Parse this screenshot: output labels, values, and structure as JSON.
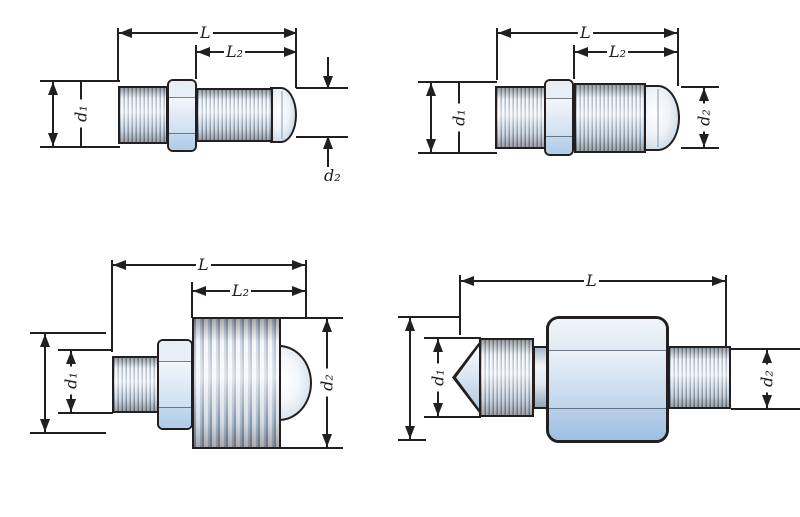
{
  "figure": {
    "description": "Technical dimension drawings of four threaded hydraulic plug adapters",
    "background": "#ffffff"
  },
  "palette": {
    "ink": "#231f20",
    "steel_light": "#eef2f8",
    "steel_mid": "#b9c6d4",
    "steel_dark": "#8d9fb1",
    "hex_top": "#e7eef6",
    "hex_mid": "#cfdff0",
    "hex_bottom": "#afcce9",
    "dome_highlight": "#ffffff",
    "dome_shadow": "#b6c7d8"
  },
  "drawings": [
    {
      "id": "top-left",
      "alt": "plug adapter with hex and domed cap",
      "labels": {
        "length_total": "L",
        "length_partial": "L₂",
        "dia_left": "d₁",
        "dia_right": "d₂"
      }
    },
    {
      "id": "top-right",
      "alt": "plug adapter with long thread and domed cap",
      "labels": {
        "length_total": "L",
        "length_partial": "L₂",
        "dia_left": "d₁",
        "dia_right": "d₂"
      }
    },
    {
      "id": "bottom-left",
      "alt": "adapter with small thread and large threaded domed body",
      "labels": {
        "length_total": "L",
        "length_partial": "L₂",
        "dia_left": "d₁",
        "dia_right": "d₂"
      }
    },
    {
      "id": "bottom-right",
      "alt": "cone-tip adapter with large hex body",
      "labels": {
        "length_total": "L",
        "dia_left": "d₁",
        "dia_right": "d₂"
      }
    }
  ]
}
